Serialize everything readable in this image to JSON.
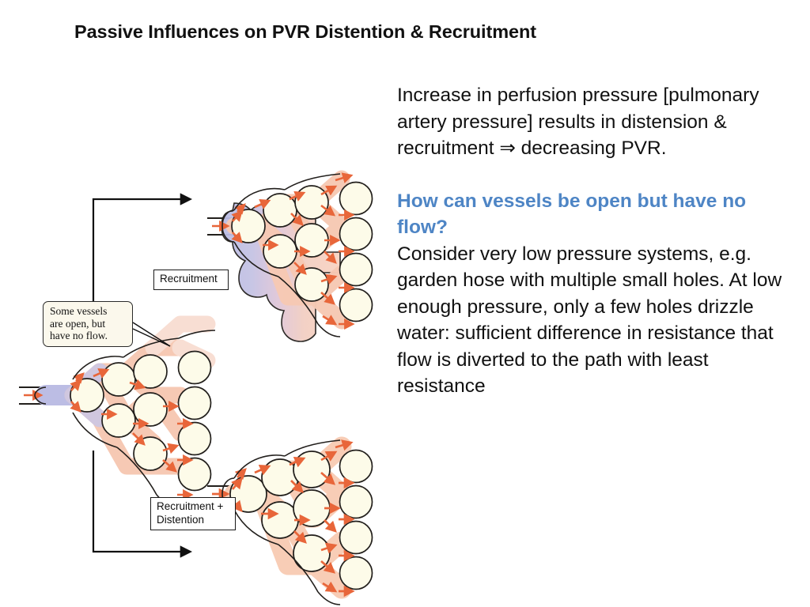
{
  "slide": {
    "title": "Passive Influences on PVR Distention & Recruitment"
  },
  "text_column": {
    "paragraph_1": "Increase in perfusion pressure [pulmonary artery pressure] results in distension & recruitment ⇒ decreasing PVR.",
    "question": "How can vessels be open but have no flow?",
    "paragraph_2": "Consider very low pressure systems, e.g. garden hose with multiple small holes. At low enough pressure, only a few holes drizzle water: sufficient difference in resistance that flow is diverted to the path with least resistance",
    "question_color": "#4e85c5",
    "body_color": "#111111"
  },
  "figure": {
    "labels": {
      "recruitment": "Recruitment",
      "recruitment_distention": "Recruitment +\nDistention",
      "callout_no_flow": "Some vessels\nare open, but\nhave no flow."
    },
    "panels": [
      {
        "id": "baseline",
        "name": "baseline-vascular-bed",
        "position": "middle-left",
        "description": "Resting pulmonary capillary bed: some vessels perfused, several open but without flow",
        "perfused_vessel_count": 6,
        "unperfused_vessel_count": 5,
        "has_blue_inlet_zone": true,
        "distended": false
      },
      {
        "id": "recruitment",
        "name": "recruitment-vascular-bed",
        "position": "top-right",
        "description": "After recruitment: previously closed vessels now carry flow",
        "perfused_vessel_count": 7,
        "unperfused_vessel_count": 4,
        "has_blue_inlet_zone": true,
        "distended": false
      },
      {
        "id": "recruitment-distention",
        "name": "recruitment-distention-vascular-bed",
        "position": "bottom-right",
        "description": "Recruitment plus distention: vessels recruited and widened, flow throughout",
        "perfused_vessel_count": 7,
        "unperfused_vessel_count": 4,
        "has_blue_inlet_zone": false,
        "distended": true
      }
    ],
    "colors": {
      "flow_arrow": "#e8663a",
      "perfused_tissue": "#f6c9b4",
      "inlet_blue": "#c6c6e6",
      "vessel_fill": "#fdfbe9",
      "vessel_stroke": "#221f1c",
      "connector_arrow": "#111111",
      "callout_fill": "#fbf8ec"
    }
  }
}
